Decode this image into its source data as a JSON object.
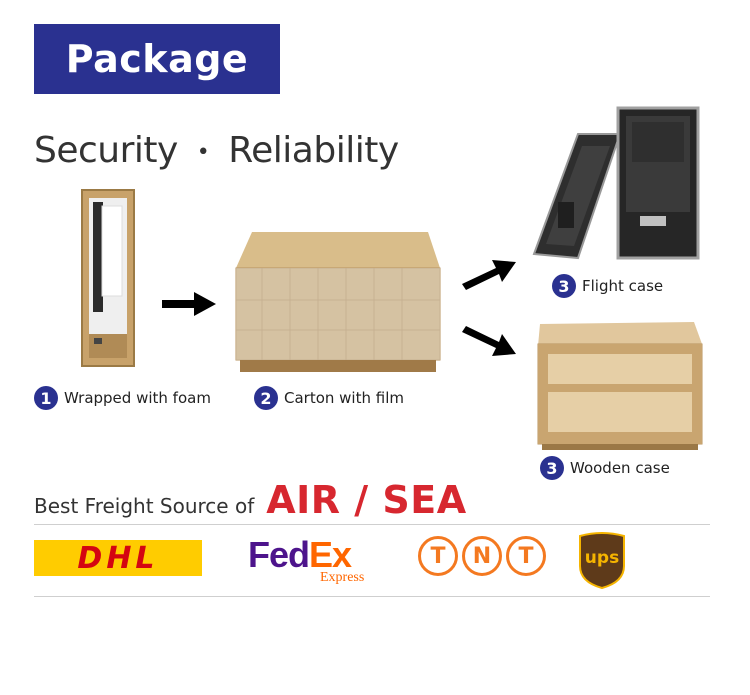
{
  "header": {
    "title": "Package"
  },
  "tagline": {
    "left": "Security",
    "dot": "•",
    "right": "Reliability"
  },
  "steps": [
    {
      "number": "1",
      "label": "Wrapped with foam"
    },
    {
      "number": "2",
      "label": "Carton with film"
    },
    {
      "number": "3",
      "label": "Flight case"
    },
    {
      "number": "3",
      "label": "Wooden case"
    }
  ],
  "freight": {
    "prefix": "Best Freight Source of",
    "modes": "AIR / SEA"
  },
  "carriers": {
    "dhl": "DHL",
    "fedex_fed": "Fed",
    "fedex_ex": "Ex",
    "fedex_sub": "Express",
    "tnt": [
      "T",
      "N",
      "T"
    ],
    "ups": "ups"
  },
  "colors": {
    "banner": "#2a3190",
    "accent_red": "#d7272f",
    "dhl_yellow": "#ffcc00",
    "dhl_red": "#d40511",
    "fedex_purple": "#4d148c",
    "fedex_orange": "#ff6600",
    "tnt_orange": "#f47920",
    "ups_brown": "#5e3a1a",
    "ups_gold": "#f5b400"
  }
}
